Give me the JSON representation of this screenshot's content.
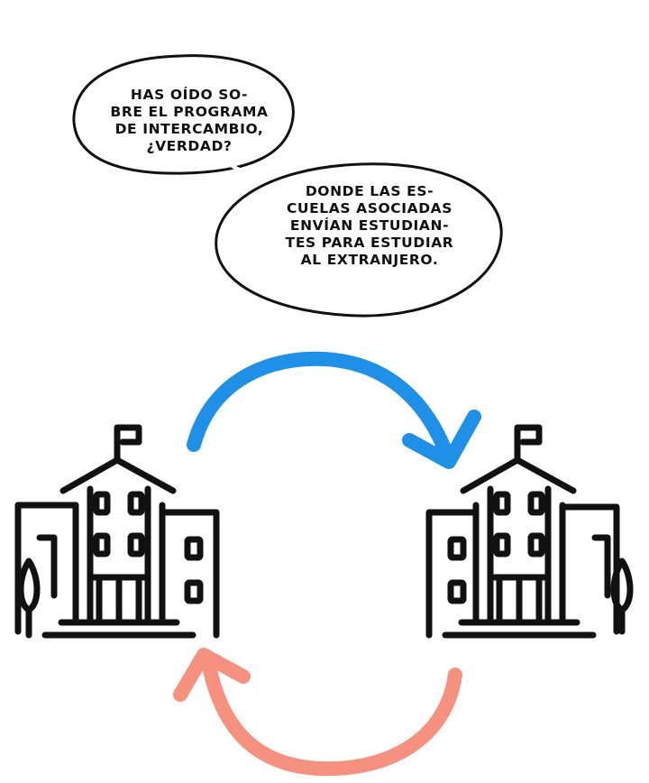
{
  "bubbles": [
    {
      "lines": [
        "HAS OÍDO SO-",
        "BRE EL PROGRAMA",
        "DE INTERCAMBIO,",
        "¿VERDAD?"
      ]
    },
    {
      "lines": [
        "DONDE LAS ES-",
        "CUELAS ASOCIADAS",
        "ENVÍAN ESTUDIAN-",
        "TES PARA ESTUDIAR",
        "AL EXTRANJERO."
      ]
    }
  ],
  "colors": {
    "ink": "#111111",
    "bubble_fill": "#ffffff",
    "arrow_top": "#1e90e8",
    "arrow_bottom": "#f7917f"
  },
  "icons": {
    "left_school": "school-building-icon",
    "right_school": "school-building-icon",
    "top_arrow": "curved-arrow-right-icon",
    "bottom_arrow": "curved-arrow-left-icon"
  }
}
